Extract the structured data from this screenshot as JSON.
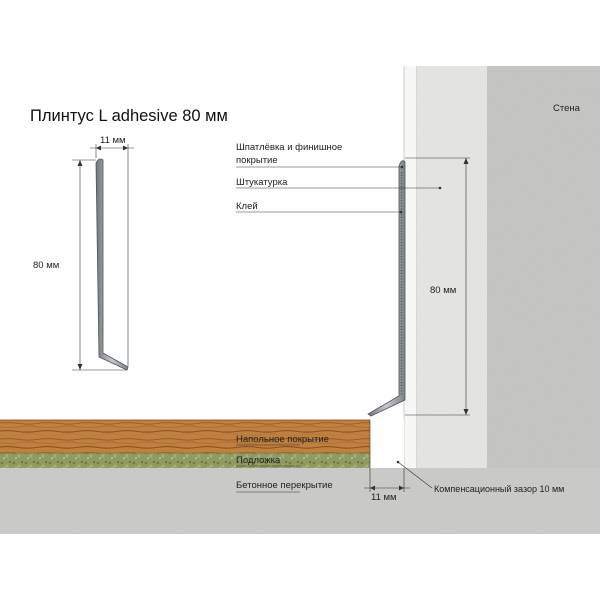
{
  "title": "Плинтус L adhesive 80 мм",
  "profile": {
    "width_label": "11 мм",
    "height_label": "80 мм"
  },
  "section": {
    "wall_label": "Стена",
    "height_label": "80 мм",
    "gap_width_label": "11 мм",
    "layers": {
      "putty": "Шпатлёвка и финишное покрытие",
      "plaster": "Штукатурка",
      "glue": "Клей",
      "flooring": "Напольное покрытие",
      "underlay": "Подложка",
      "concrete": "Бетонное перекрытие",
      "expansion_gap": "Компенсационный зазор 10 мм"
    }
  },
  "colors": {
    "concrete": "#cfcfcd",
    "wall": "#c9c9c7",
    "plaster": "#ececea",
    "wood": "#c0803f",
    "underlay": "#8f9b62",
    "profile": "#9aa0a6"
  }
}
